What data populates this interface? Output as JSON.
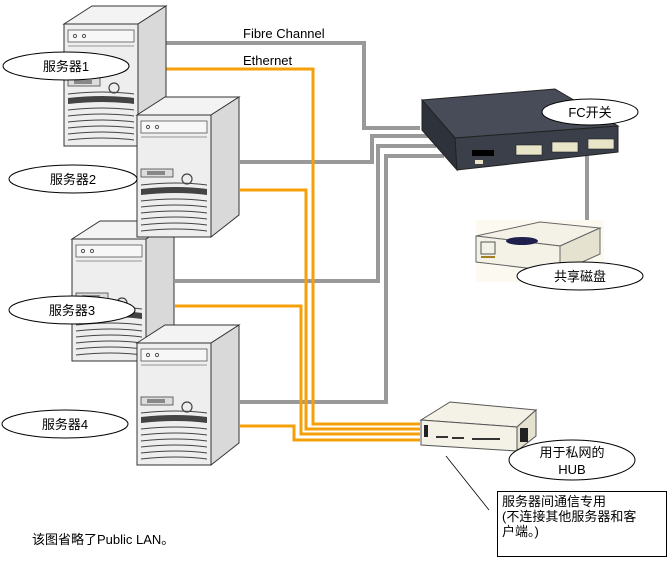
{
  "legend": {
    "fibre_channel": "Fibre Channel",
    "ethernet": "Ethernet"
  },
  "colors": {
    "fibre_channel": "#999999",
    "ethernet": "#f5a00a",
    "switch_body": "#3a3f4a",
    "device_body": "#f4f2e6"
  },
  "servers": [
    {
      "label": "服务器1"
    },
    {
      "label": "服务器2"
    },
    {
      "label": "服务器3"
    },
    {
      "label": "服务器4"
    }
  ],
  "fc_switch": {
    "label": "FC开关"
  },
  "shared_disk": {
    "label": "共享磁盘"
  },
  "hub": {
    "label_line1": "用于私网的",
    "label_line2": "HUB"
  },
  "callout": {
    "line1": "服务器间通信专用",
    "line2": "(不连接其他服务器和客",
    "line3": "户端。)"
  },
  "footnote": "该图省略了Public  LAN。"
}
